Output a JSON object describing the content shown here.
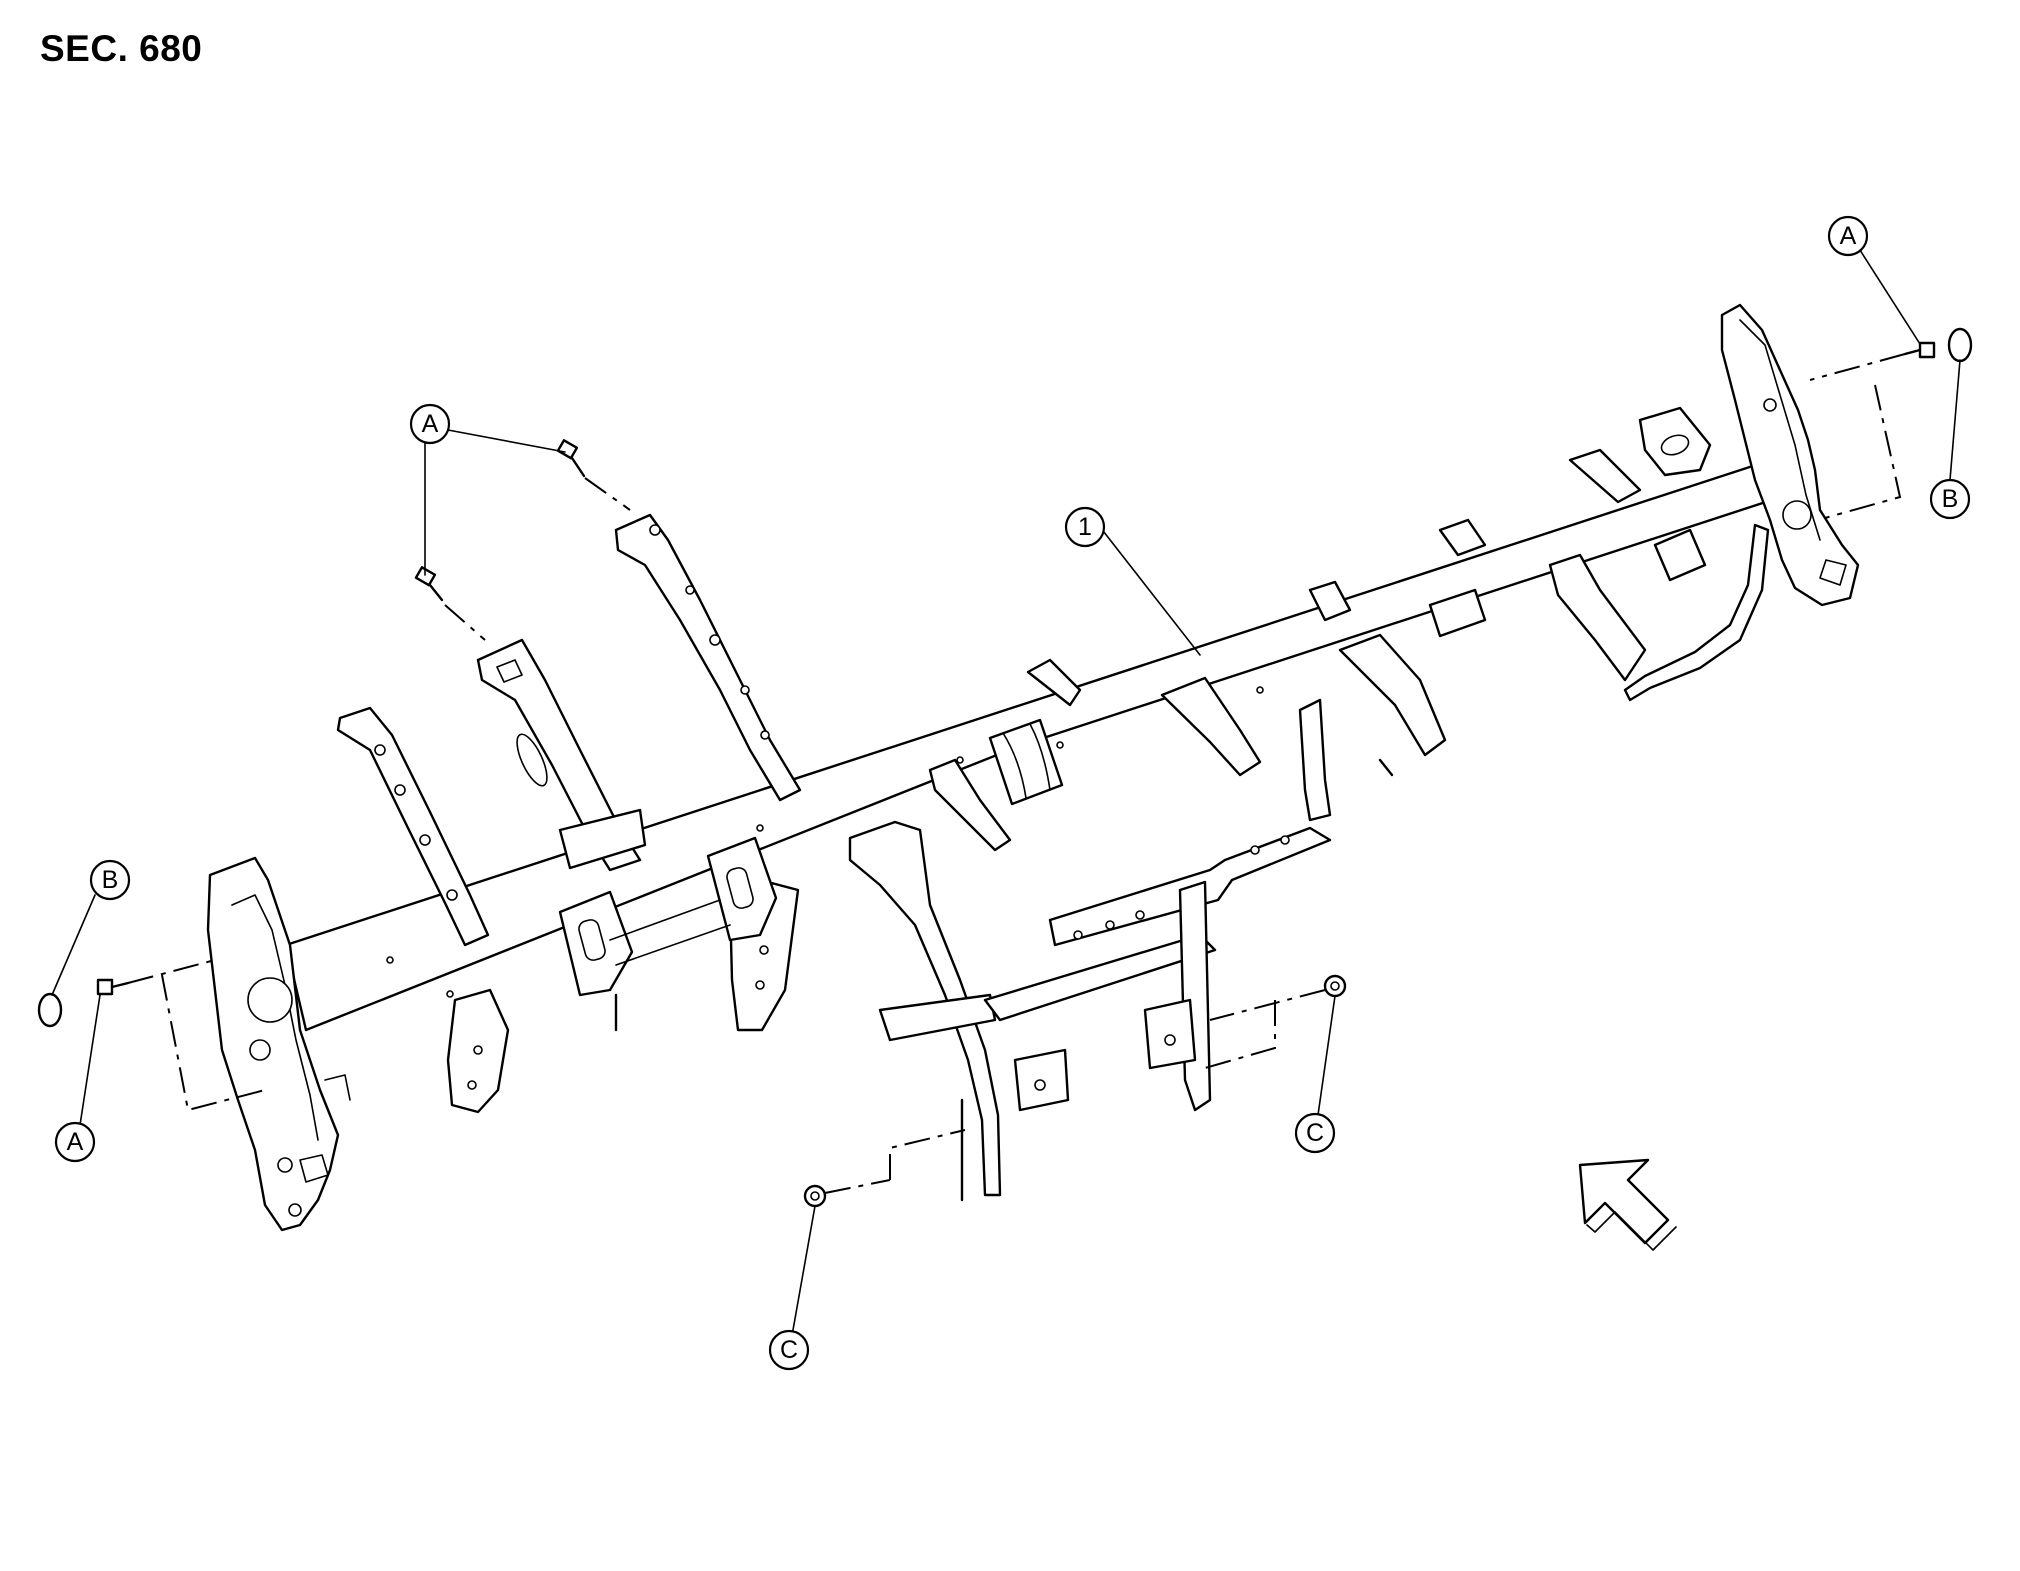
{
  "header": {
    "section_label": "SEC. 680"
  },
  "callouts": [
    {
      "id": "callout-1",
      "label": "1"
    },
    {
      "id": "callout-a-top-left",
      "label": "A"
    },
    {
      "id": "callout-a-top-right",
      "label": "A"
    },
    {
      "id": "callout-a-left",
      "label": "A"
    },
    {
      "id": "callout-b-left",
      "label": "B"
    },
    {
      "id": "callout-b-right",
      "label": "B"
    },
    {
      "id": "callout-c-center",
      "label": "C"
    },
    {
      "id": "callout-c-right",
      "label": "C"
    }
  ]
}
